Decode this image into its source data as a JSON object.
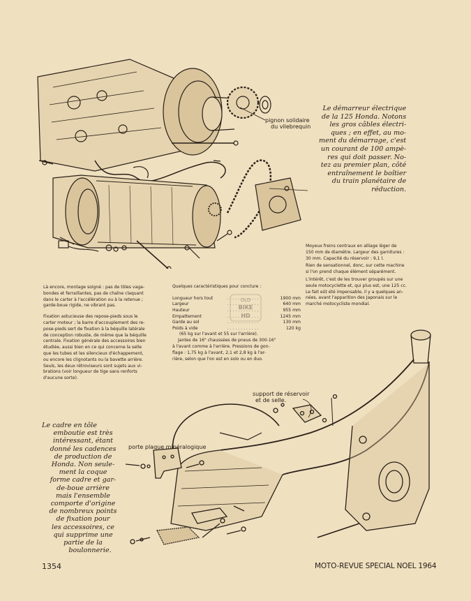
{
  "captions": {
    "starter": [
      "Le démarreur électrique",
      "de la 125 Honda. Notons",
      "les gros câbles électri-",
      "ques ; en effet, au mo-",
      "ment du démarrage, c'est",
      "un courant de 100 ampè-",
      "res qui doit passer. No-",
      "tez au premier plan, côté",
      "entraînement le boîtier",
      "du train planétaire de",
      "réduction."
    ],
    "frame": [
      "Le cadre en tôle",
      "emboutie est très",
      "intéressant, étant",
      "donné les cadences",
      "de production de",
      "Honda. Non seule-",
      "ment la coque",
      "forme cadre et gar-",
      "de-boue arrière",
      "mais l'ensemble",
      "comporte d'origine",
      "de nombreux points",
      "de fixation pour",
      "les accessoires, ce",
      "qui supprime une",
      "partie de la",
      "boulonnerie."
    ]
  },
  "labels": {
    "pignon": [
      "pignon solidaire",
      "du vilebrequin"
    ],
    "support": [
      "support de réservoir",
      "et de selle."
    ],
    "porte_plaque": "porte plaque minéralogique"
  },
  "left_column": {
    "p1": [
      "Là encore, montage soigné : pas de tôles vaga-",
      "bondes et ferraillantes, pas de chaîne claquant",
      "dans le carter à l'accélération ou à la retenue ;",
      "garde-boue rigide, ne vibrant pas."
    ],
    "p2": [
      "Fixation astucieuse des repose-pieds sous le",
      "carter moteur ; la barre d'accouplement des re-",
      "pose-pieds sert de fixation à la béquille latérale",
      "de conception robuste, de même que la béquille",
      "centrale. Fixation générale des accessoires bien",
      "étudiée, aussi bien en ce qui concerne la selle",
      "que les tubes et les silencieux d'échappement,",
      "ou encore les clignotants ou la bavette arrière.",
      "Seuls, les deux rétroviseurs sont sujets aux vi-",
      "brations (voir longueur de tige sans renforts",
      "d'aucune sorte)."
    ]
  },
  "specs": {
    "intro": "Quelques caractéristiques pour conclure :",
    "rows": [
      {
        "label": "Longueur hors tout",
        "value": "1900 mm"
      },
      {
        "label": "Largeur",
        "value": "640 mm"
      },
      {
        "label": "Hauteur",
        "value": "955 mm"
      },
      {
        "label": "Empattement",
        "value": "1245 mm"
      },
      {
        "label": "Garde au sol",
        "value": "130 mm"
      },
      {
        "label": "Poids à vide",
        "value": "120 kg"
      }
    ],
    "weight_note": "(65 kg sur l'avant et 55 sur l'arrière).",
    "tyres": [
      "Jantes de 16\" chaussées de pneus de 300-16\"",
      "à l'avant comme à l'arrière. Pressions de gon-",
      "flage : 1,75 kg à l'avant, 2,1 et 2,8 kg à l'ar-",
      "rière, selon que l'on est en solo ou en duo."
    ]
  },
  "right_column": {
    "p1": [
      "Moyeux freins centraux en alliage léger de",
      "150 mm de diamètre. Largeur des garnitures :",
      "30 mm. Capacité du réservoir : 9,1 l."
    ],
    "p2": [
      "Rien de sensationnel, donc, sur cette machine",
      "si l'on prend chaque élément séparément."
    ],
    "p3": [
      "L'intérêt, c'est de les trouver groupés sur une",
      "seule motocyclette et, qui plus est, une 125 cc.",
      "Le fait eût été impensable, il y a quelques an-",
      "nées, avant l'apparition des Japonais sur le",
      "marché motocycliste mondial."
    ]
  },
  "footer": {
    "page_number": "1354",
    "publication": "MOTO-REVUE SPECIAL NOEL 1964"
  },
  "watermark": {
    "line1": "OLD",
    "line2": "BIKE",
    "line3": "HD"
  },
  "colors": {
    "paper": "#efe0c0",
    "ink": "#2a2018"
  }
}
